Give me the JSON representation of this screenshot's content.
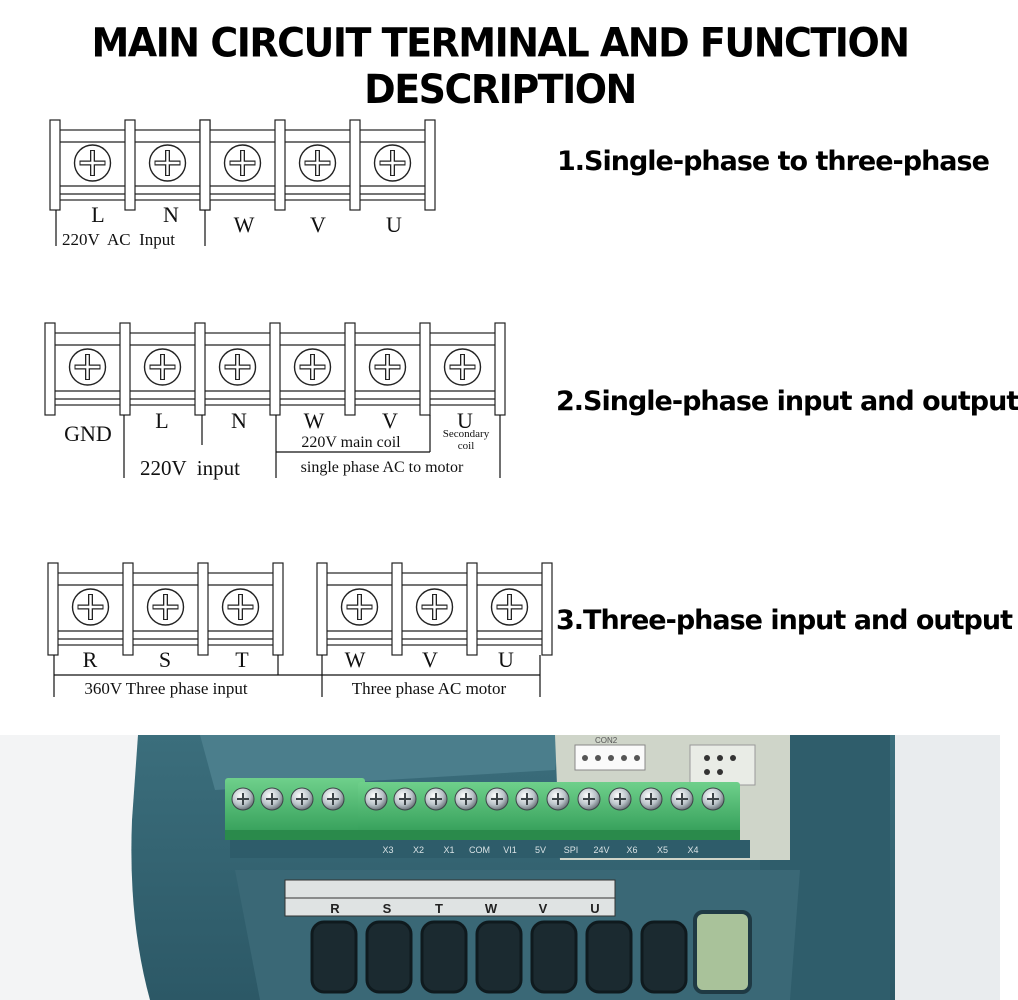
{
  "title": "MAIN CIRCUIT TERMINAL AND FUNCTION DESCRIPTION",
  "diagram1": {
    "caption": "1.Single-phase to three-phase",
    "terminals": [
      "L",
      "N",
      "W",
      "V",
      "U"
    ],
    "group_label": "220V  AC  Input"
  },
  "diagram2": {
    "caption": "2.Single-phase input and output",
    "terminals": [
      "GND",
      "L",
      "N",
      "W",
      "V",
      "U"
    ],
    "input_label": "220V  input",
    "main_coil_label": "220V main coil",
    "secondary_coil_line1": "Secondary",
    "secondary_coil_line2": "coil",
    "motor_label": "single phase AC to motor"
  },
  "diagram3": {
    "caption": "3.Three-phase input and output",
    "terminals": [
      "R",
      "S",
      "T",
      "W",
      "V",
      "U"
    ],
    "input_label": "360V Three phase input",
    "motor_label": "Three phase AC motor"
  },
  "photo": {
    "control_labels": [
      "X3",
      "X2",
      "X1",
      "COM",
      "VI1",
      "5V",
      "SPI",
      "24V",
      "X6",
      "X5",
      "X4"
    ],
    "terminal_labels": [
      "R",
      "S",
      "T",
      "W",
      "V",
      "U"
    ],
    "board_label": "CON2"
  }
}
